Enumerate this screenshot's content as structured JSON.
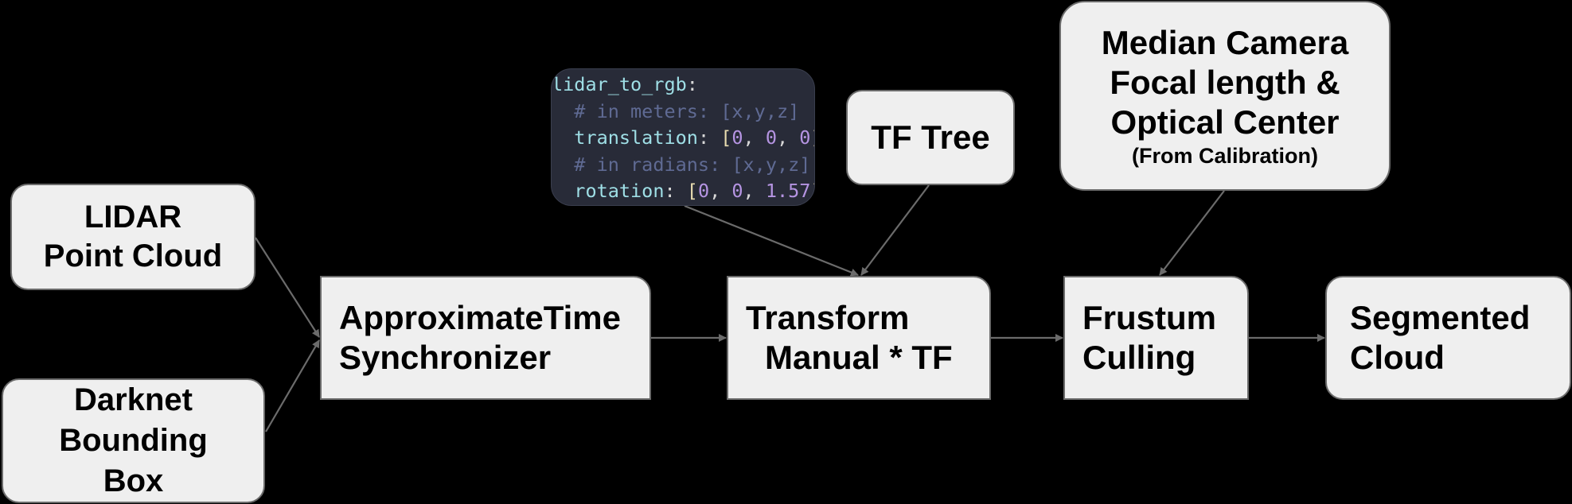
{
  "diagram": {
    "nodes": {
      "lidar": {
        "lines": [
          "LIDAR",
          "Point Cloud"
        ]
      },
      "darknet": {
        "lines": [
          "Darknet",
          "Bounding",
          "Box"
        ]
      },
      "sync": {
        "lines": [
          "ApproximateTime",
          "Synchronizer"
        ]
      },
      "transform": {
        "lines": [
          "Transform",
          "Manual * TF"
        ]
      },
      "frustum": {
        "lines": [
          "Frustum",
          "Culling"
        ]
      },
      "segmented": {
        "lines": [
          "Segmented",
          "Cloud"
        ]
      },
      "tftree": {
        "lines": [
          "TF Tree"
        ]
      },
      "camera": {
        "lines": [
          "Median Camera",
          "Focal length &",
          "Optical Center"
        ],
        "note": "(From Calibration)"
      }
    },
    "code_snippet": {
      "root_key": "lidar_to_rgb",
      "comment1": "# in meters: [x,y,z]",
      "key1": "translation",
      "values1": [
        "0",
        "0",
        "0"
      ],
      "comment2": "# in radians: [x,y,z]",
      "key2": "rotation",
      "values2": [
        "0",
        "0",
        "1.57"
      ]
    },
    "edges": [
      {
        "from": "lidar",
        "to": "sync"
      },
      {
        "from": "darknet",
        "to": "sync"
      },
      {
        "from": "sync",
        "to": "transform"
      },
      {
        "from": "code_snippet",
        "to": "transform"
      },
      {
        "from": "tftree",
        "to": "transform"
      },
      {
        "from": "transform",
        "to": "frustum"
      },
      {
        "from": "camera",
        "to": "frustum"
      },
      {
        "from": "frustum",
        "to": "segmented"
      }
    ],
    "colors": {
      "background": "#000000",
      "node_fill": "#efefef",
      "node_border": "#6b6b6b",
      "edge": "#6b6b6b",
      "code_bg": "#282b38"
    }
  }
}
